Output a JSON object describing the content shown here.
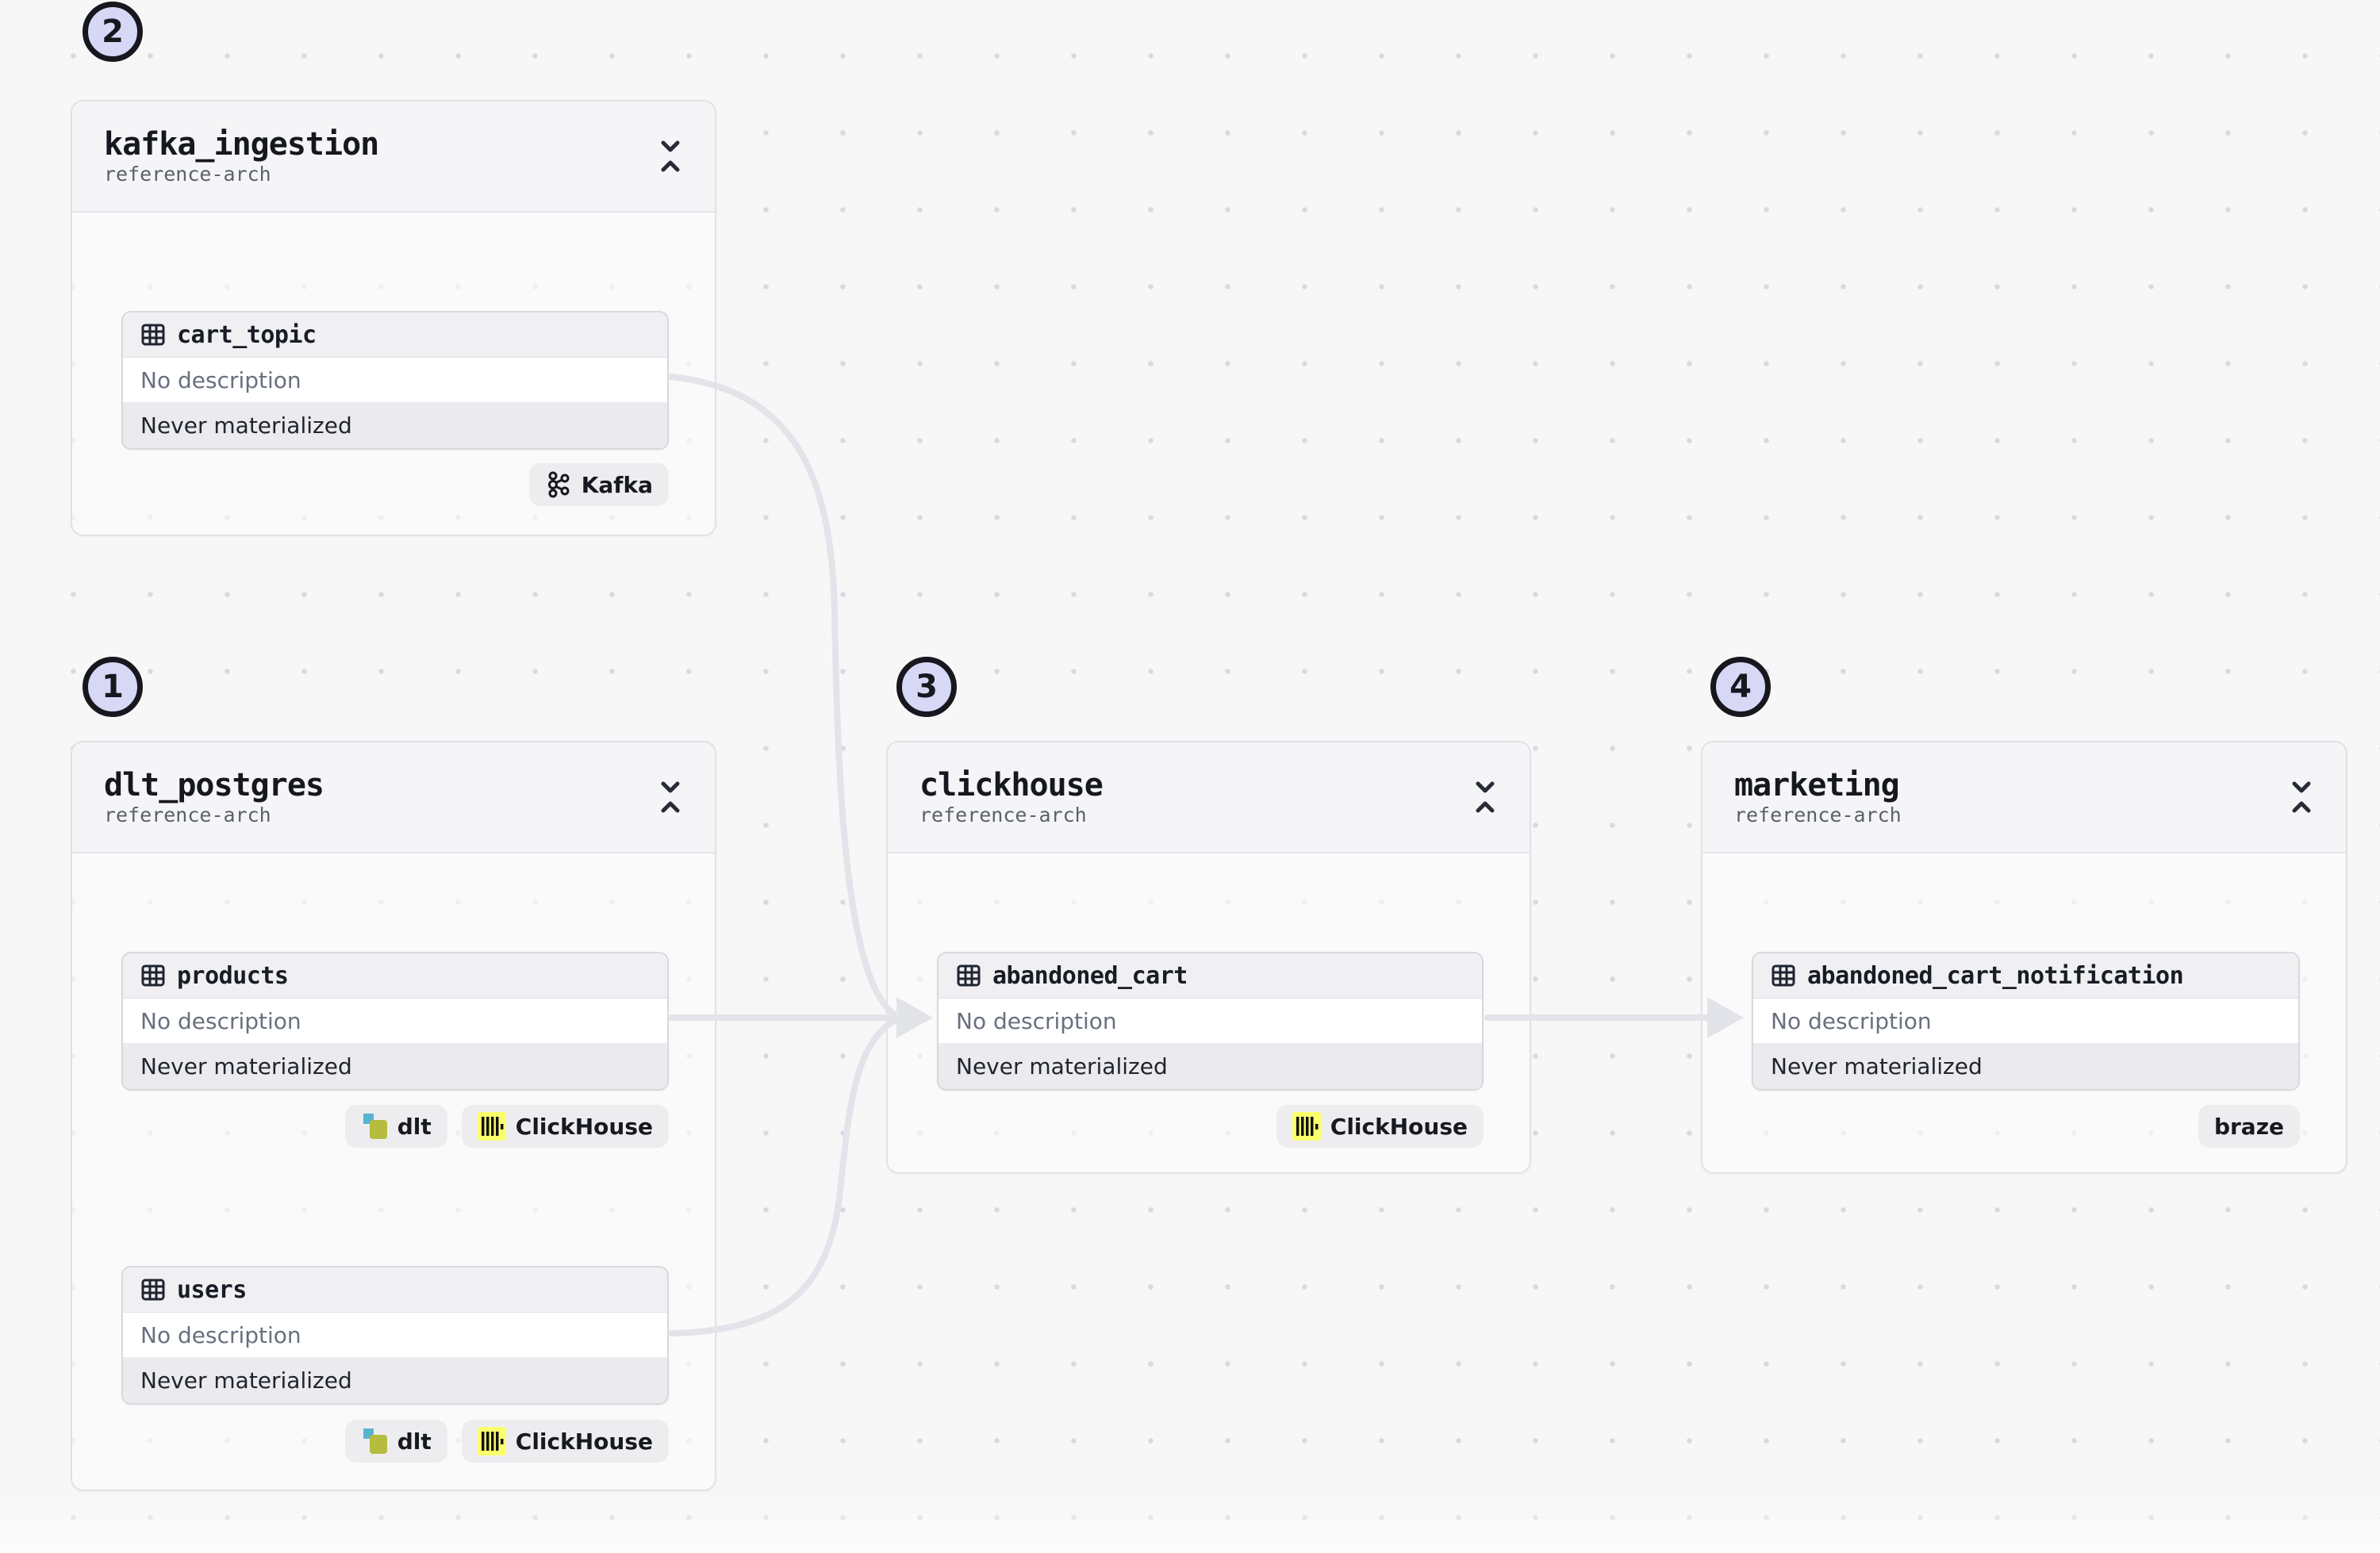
{
  "canvas": {
    "background_color": "#f7f7f8",
    "dot_color": "#d9d9e0",
    "edge_color": "#e2e4e9"
  },
  "step_badges": [
    {
      "number": "2",
      "for_group": "kafka_ingestion"
    },
    {
      "number": "1",
      "for_group": "dlt_postgres"
    },
    {
      "number": "3",
      "for_group": "clickhouse"
    },
    {
      "number": "4",
      "for_group": "marketing"
    }
  ],
  "groups": [
    {
      "title": "kafka_ingestion",
      "subtitle": "reference-arch",
      "collapse_icon": "collapse-icon",
      "assets": [
        {
          "icon": "table-icon",
          "name": "cart_topic",
          "description": "No description",
          "status": "Never materialized",
          "tags": [
            {
              "icon": "kafka-icon",
              "label": "Kafka"
            }
          ]
        }
      ]
    },
    {
      "title": "dlt_postgres",
      "subtitle": "reference-arch",
      "collapse_icon": "collapse-icon",
      "assets": [
        {
          "icon": "table-icon",
          "name": "products",
          "description": "No description",
          "status": "Never materialized",
          "tags": [
            {
              "icon": "dlt-icon",
              "label": "dlt"
            },
            {
              "icon": "clickhouse-icon",
              "label": "ClickHouse"
            }
          ]
        },
        {
          "icon": "table-icon",
          "name": "users",
          "description": "No description",
          "status": "Never materialized",
          "tags": [
            {
              "icon": "dlt-icon",
              "label": "dlt"
            },
            {
              "icon": "clickhouse-icon",
              "label": "ClickHouse"
            }
          ]
        }
      ]
    },
    {
      "title": "clickhouse",
      "subtitle": "reference-arch",
      "collapse_icon": "collapse-icon",
      "assets": [
        {
          "icon": "table-icon",
          "name": "abandoned_cart",
          "description": "No description",
          "status": "Never materialized",
          "tags": [
            {
              "icon": "clickhouse-icon",
              "label": "ClickHouse"
            }
          ]
        }
      ]
    },
    {
      "title": "marketing",
      "subtitle": "reference-arch",
      "collapse_icon": "collapse-icon",
      "assets": [
        {
          "icon": "table-icon",
          "name": "abandoned_cart_notification",
          "description": "No description",
          "status": "Never materialized",
          "tags": [
            {
              "label": "braze"
            }
          ]
        }
      ]
    }
  ],
  "edges": [
    {
      "from": "cart_topic",
      "to": "abandoned_cart"
    },
    {
      "from": "products",
      "to": "abandoned_cart"
    },
    {
      "from": "users",
      "to": "abandoned_cart"
    },
    {
      "from": "abandoned_cart",
      "to": "abandoned_cart_notification"
    }
  ],
  "brand_colors": {
    "clickhouse_yellow": "#fbff6b",
    "dlt_blue": "#57b4cf",
    "dlt_olive": "#b6bc3e",
    "step_badge_fill": "#d7d7f6"
  }
}
